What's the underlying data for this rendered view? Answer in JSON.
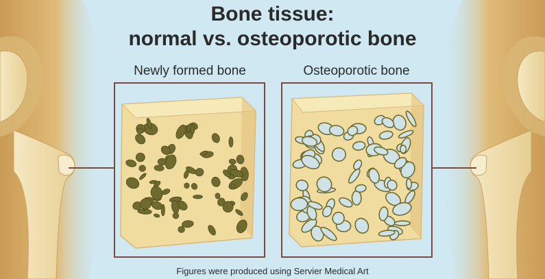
{
  "title": {
    "line1": "Bone tissue:",
    "line2": "normal vs. osteoporotic bone"
  },
  "panels": {
    "normal": {
      "label": "Newly formed bone"
    },
    "osteoporotic": {
      "label": "Osteoporotic bone"
    }
  },
  "credit": "Figures were produced using Servier Medical Art",
  "colors": {
    "background": "#cfe8f1",
    "bone": "#f1dca0",
    "bone_shadow": "#d9b877",
    "pore": "#6f6a2e",
    "frame": "#7a4a3e",
    "skin": "#d5ad66",
    "text": "#2a2a2a"
  }
}
